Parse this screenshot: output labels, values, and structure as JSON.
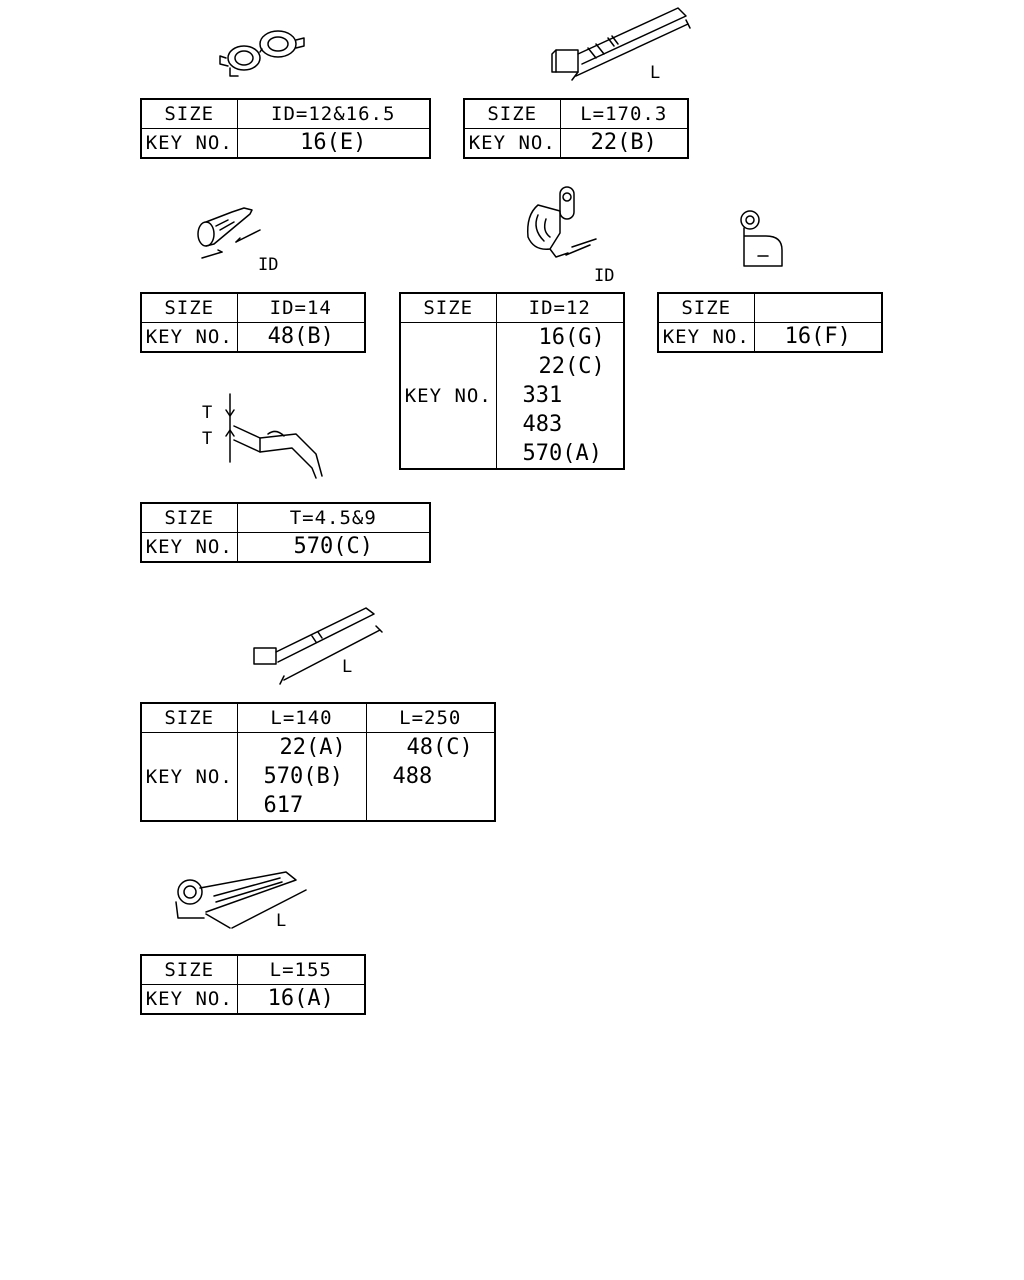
{
  "labels": {
    "size": "SIZE",
    "key_no": "KEY NO."
  },
  "parts": [
    {
      "id": "p1",
      "dims": [
        "ID=12&16.5"
      ],
      "keys": [
        [
          "16(E)"
        ]
      ]
    },
    {
      "id": "p2",
      "dims": [
        "L=170.3"
      ],
      "keys": [
        [
          "22(B)"
        ]
      ],
      "dim_symbol": "L"
    },
    {
      "id": "p3",
      "dims": [
        "ID=14"
      ],
      "keys": [
        [
          "48(B)"
        ]
      ],
      "dim_symbol": "ID"
    },
    {
      "id": "p4",
      "dims": [
        "ID=12"
      ],
      "keys": [
        [
          "16(G)",
          "22(C)",
          "331",
          "483",
          "570(A)"
        ]
      ],
      "dim_symbol": "ID"
    },
    {
      "id": "p5",
      "dims": [
        ""
      ],
      "keys": [
        [
          "16(F)"
        ]
      ]
    },
    {
      "id": "p6",
      "dims": [
        "T=4.5&9"
      ],
      "keys": [
        [
          "570(C)"
        ]
      ],
      "dim_symbol": "T"
    },
    {
      "id": "p7",
      "dims": [
        "L=140",
        "L=250"
      ],
      "keys": [
        [
          "22(A)",
          "570(B)",
          "617"
        ],
        [
          "48(C)",
          "488"
        ]
      ],
      "dim_symbol": "L"
    },
    {
      "id": "p8",
      "dims": [
        "L=155"
      ],
      "keys": [
        [
          "16(A)"
        ]
      ],
      "dim_symbol": "L"
    }
  ]
}
